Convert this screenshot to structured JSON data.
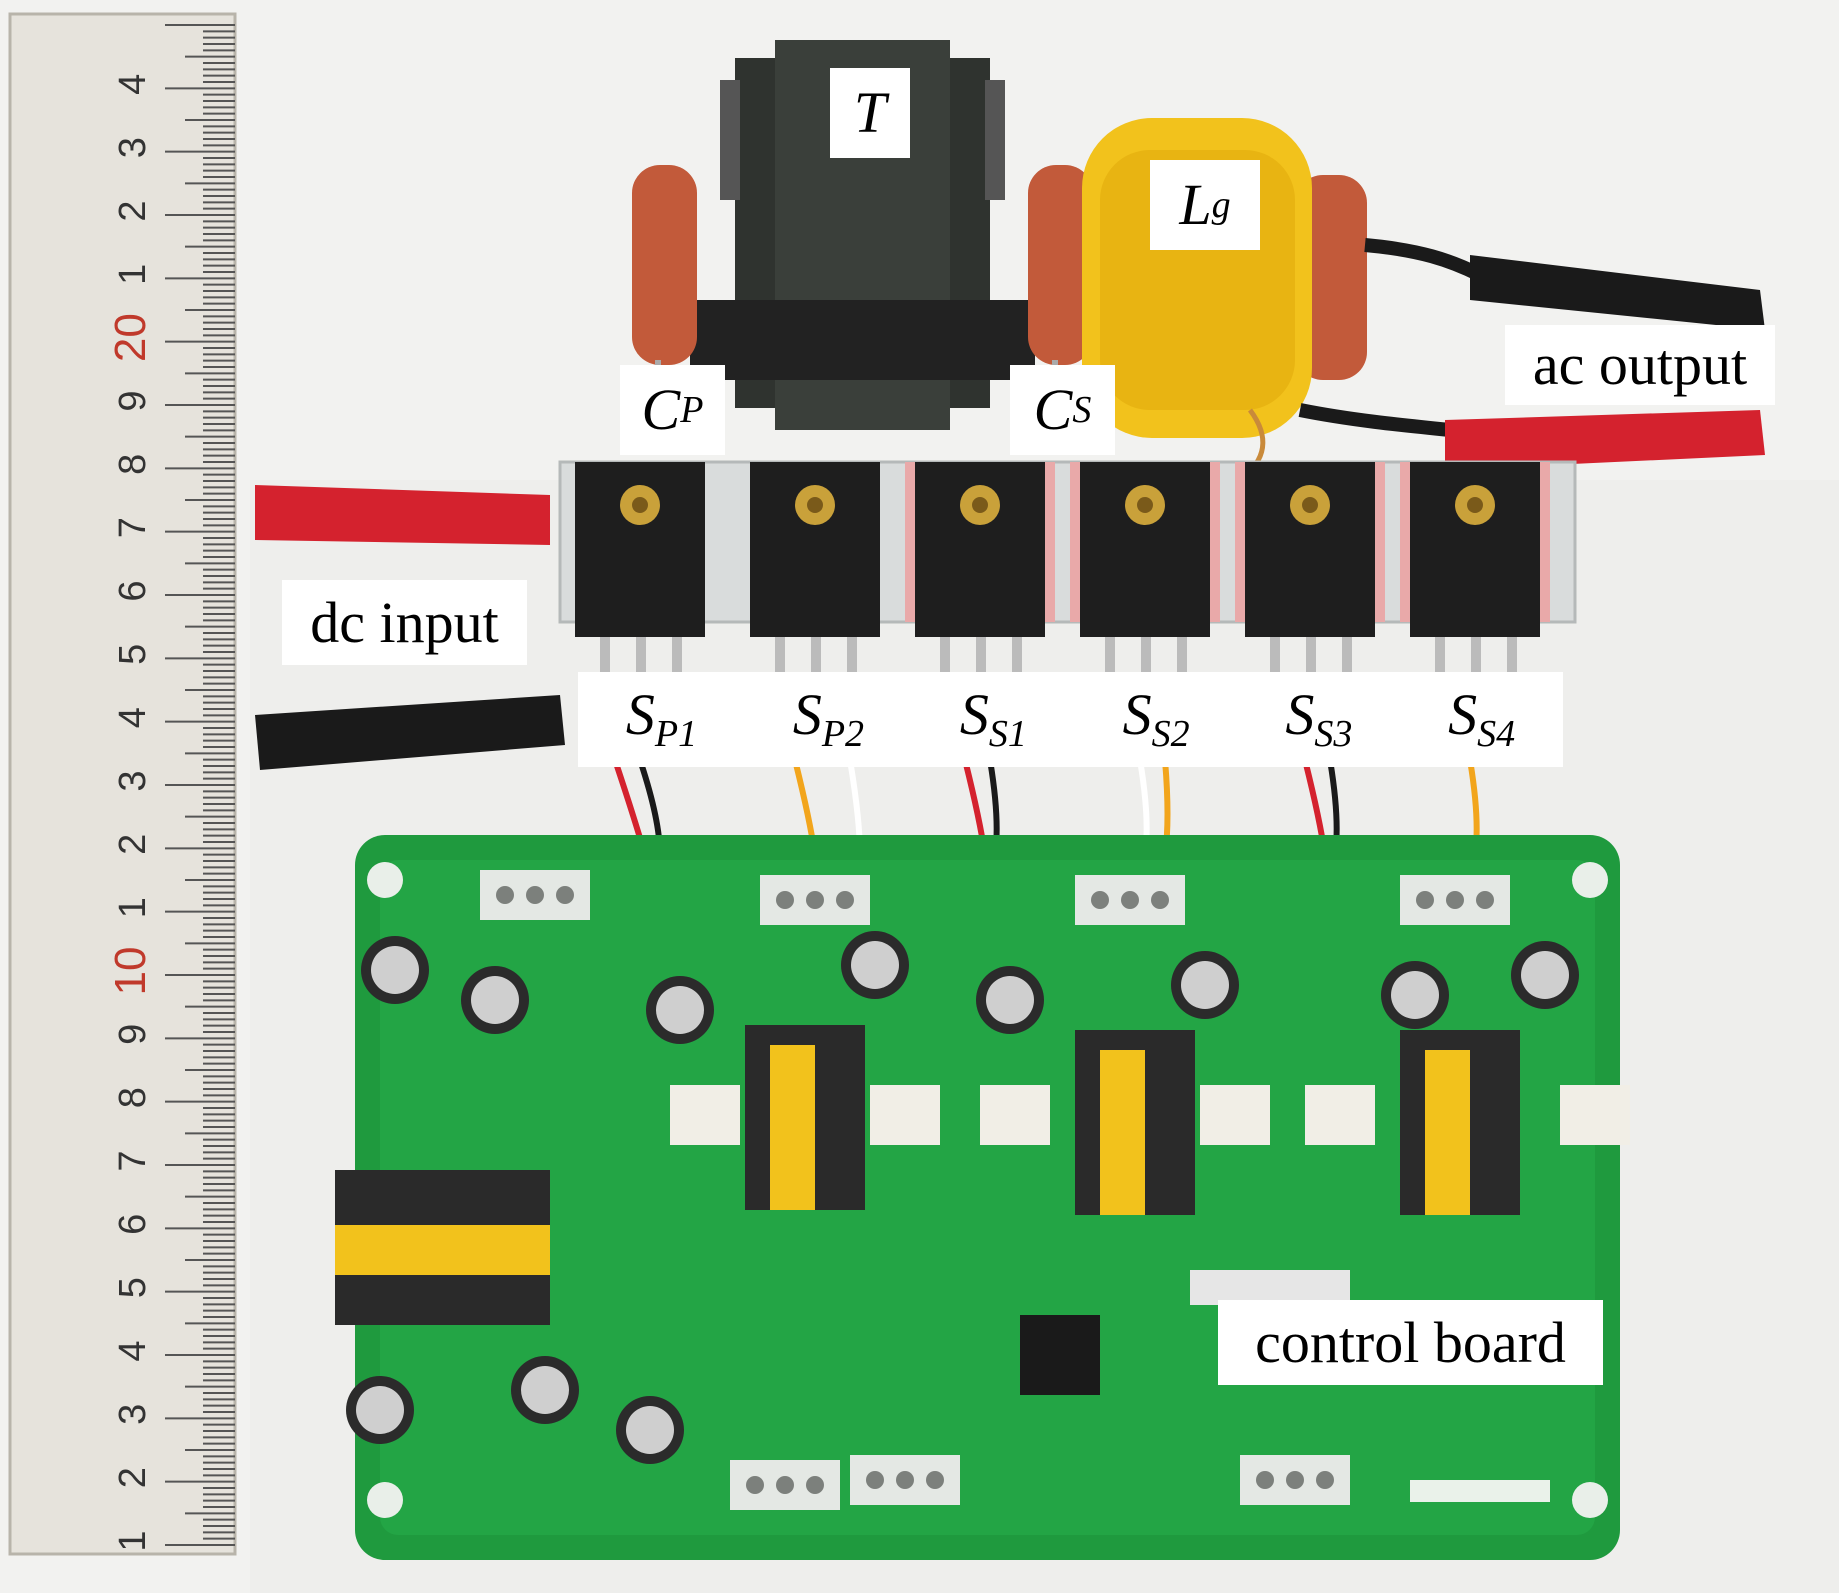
{
  "labels": {
    "transformer": {
      "main": "T"
    },
    "inductor": {
      "main": "L",
      "sub": "g"
    },
    "cap_primary": {
      "main": "C",
      "sub": "P"
    },
    "cap_secondary": {
      "main": "C",
      "sub": "S"
    },
    "ac_output": "ac output",
    "dc_input": "dc input",
    "sp1": {
      "main": "S",
      "sub": "P1"
    },
    "sp2": {
      "main": "S",
      "sub": "P2"
    },
    "ss1": {
      "main": "S",
      "sub": "S1"
    },
    "ss2": {
      "main": "S",
      "sub": "S2"
    },
    "ss3": {
      "main": "S",
      "sub": "S3"
    },
    "ss4": {
      "main": "S",
      "sub": "S4"
    },
    "control_board": "control board"
  },
  "ruler": {
    "major_numbers": [
      "20",
      "10"
    ],
    "cm_digits": [
      "4",
      "3",
      "2",
      "1",
      "20",
      "9",
      "8",
      "7",
      "6",
      "5",
      "4",
      "3",
      "2",
      "1",
      "10",
      "9",
      "8",
      "7",
      "6",
      "5",
      "4",
      "3",
      "2",
      "1"
    ]
  },
  "colors": {
    "pcb_green": "#1f9a3e",
    "heatsink": "#d9dcdc",
    "clip_red": "#d4222e",
    "clip_black": "#1a1a1a",
    "capacitor": "#c25a3a",
    "inductor": "#f2c21c",
    "transformer_core": "#3a3f3a"
  }
}
